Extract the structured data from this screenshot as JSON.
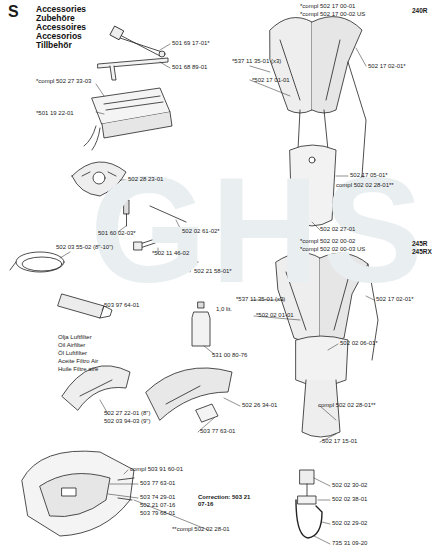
{
  "diagram": {
    "title": "Accessories Zubehöre Accessoires Accesorios Tillbehör",
    "labels": [
      "S",
      "*compl 502 17 00-01",
      "*compl 502 17 00-02 US",
      "240R",
      "501 69 17-01*",
      "501 68 89-01",
      "*compl 502 27 33-03",
      "*537 11 35-01 (x3)",
      "502 17 02-01*",
      "*502 17 01-01",
      "*501 19 22-01",
      "502 17 05-01*",
      "compl 502 02 28-01**",
      "502 28 23-01",
      "501 60 02-03*",
      "502 02 61-02*",
      "502 02 27-01",
      "*502 11 46-02",
      "502 03 55-02 (8\"-10\")",
      "502 21 58-01*",
      "*compl 502 02 00-02",
      "*compl 502 02 00-03 US",
      "245R",
      "245RX",
      "502 17 02-01*",
      "*537 11 35-01 (x3)",
      "*502 02 01-01",
      "503 97 64-01",
      "1,0 lit.",
      "531 00 80-76",
      "Olja Luftfilter",
      "Oil Airfilter",
      "Öl Luftfilter",
      "Aceite Filtro Air",
      "Huile Filtre aire",
      "502 02 06-01*",
      "502 26 34-01",
      "compl 502 02 28-01**",
      "502 27 22-01 (8\")",
      "502 03 94-03 (9\")",
      "503 77 63-01",
      "502 17 15-01",
      "compl 503 91 60-01",
      "503 77 63-01",
      "503 74 29-01",
      "502 21 07-16",
      "503 79 68-01",
      "Correction: 503 21 07-16",
      "502 02 30-02",
      "502 02 38-01",
      "**compl 502 02 28-01",
      "502 02 29-02",
      "735 31 09-20",
      "GHS"
    ]
  }
}
